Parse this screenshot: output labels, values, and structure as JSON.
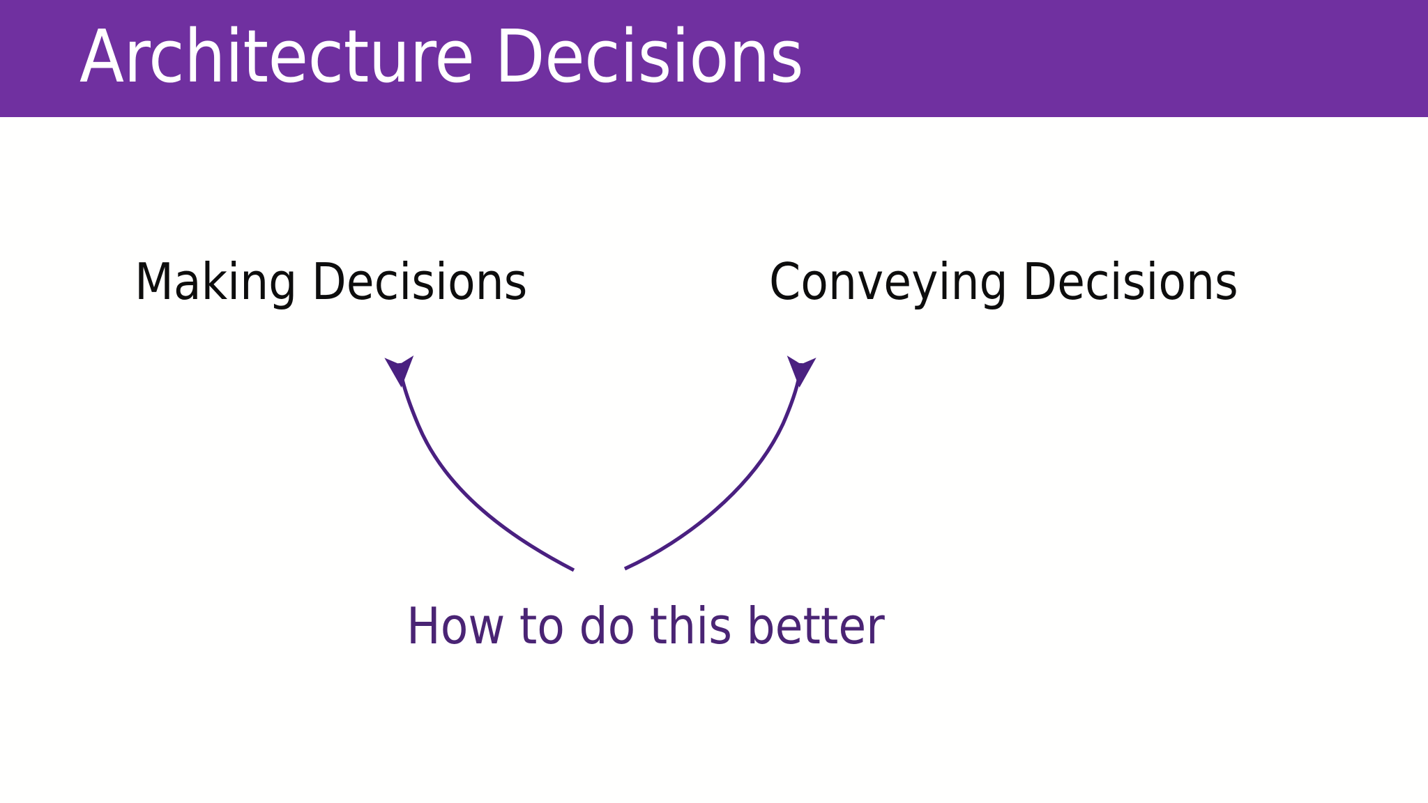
{
  "slide": {
    "title": "Architecture Decisions",
    "background_color": "#FFFFFE",
    "banner_color": "#7030A0",
    "title_color": "#FFFFFF"
  },
  "branches": [
    {
      "label": "Making Decisions",
      "color": "#0D0D0D"
    },
    {
      "label": "Conveying Decisions",
      "color": "#0D0D0D"
    }
  ],
  "caption": {
    "text": "How to do this better",
    "color": "#4A2474"
  },
  "arrows": {
    "color": "#4A2080",
    "left": {
      "name": "arrow-to-making-decisions"
    },
    "right": {
      "name": "arrow-to-conveying-decisions"
    }
  }
}
